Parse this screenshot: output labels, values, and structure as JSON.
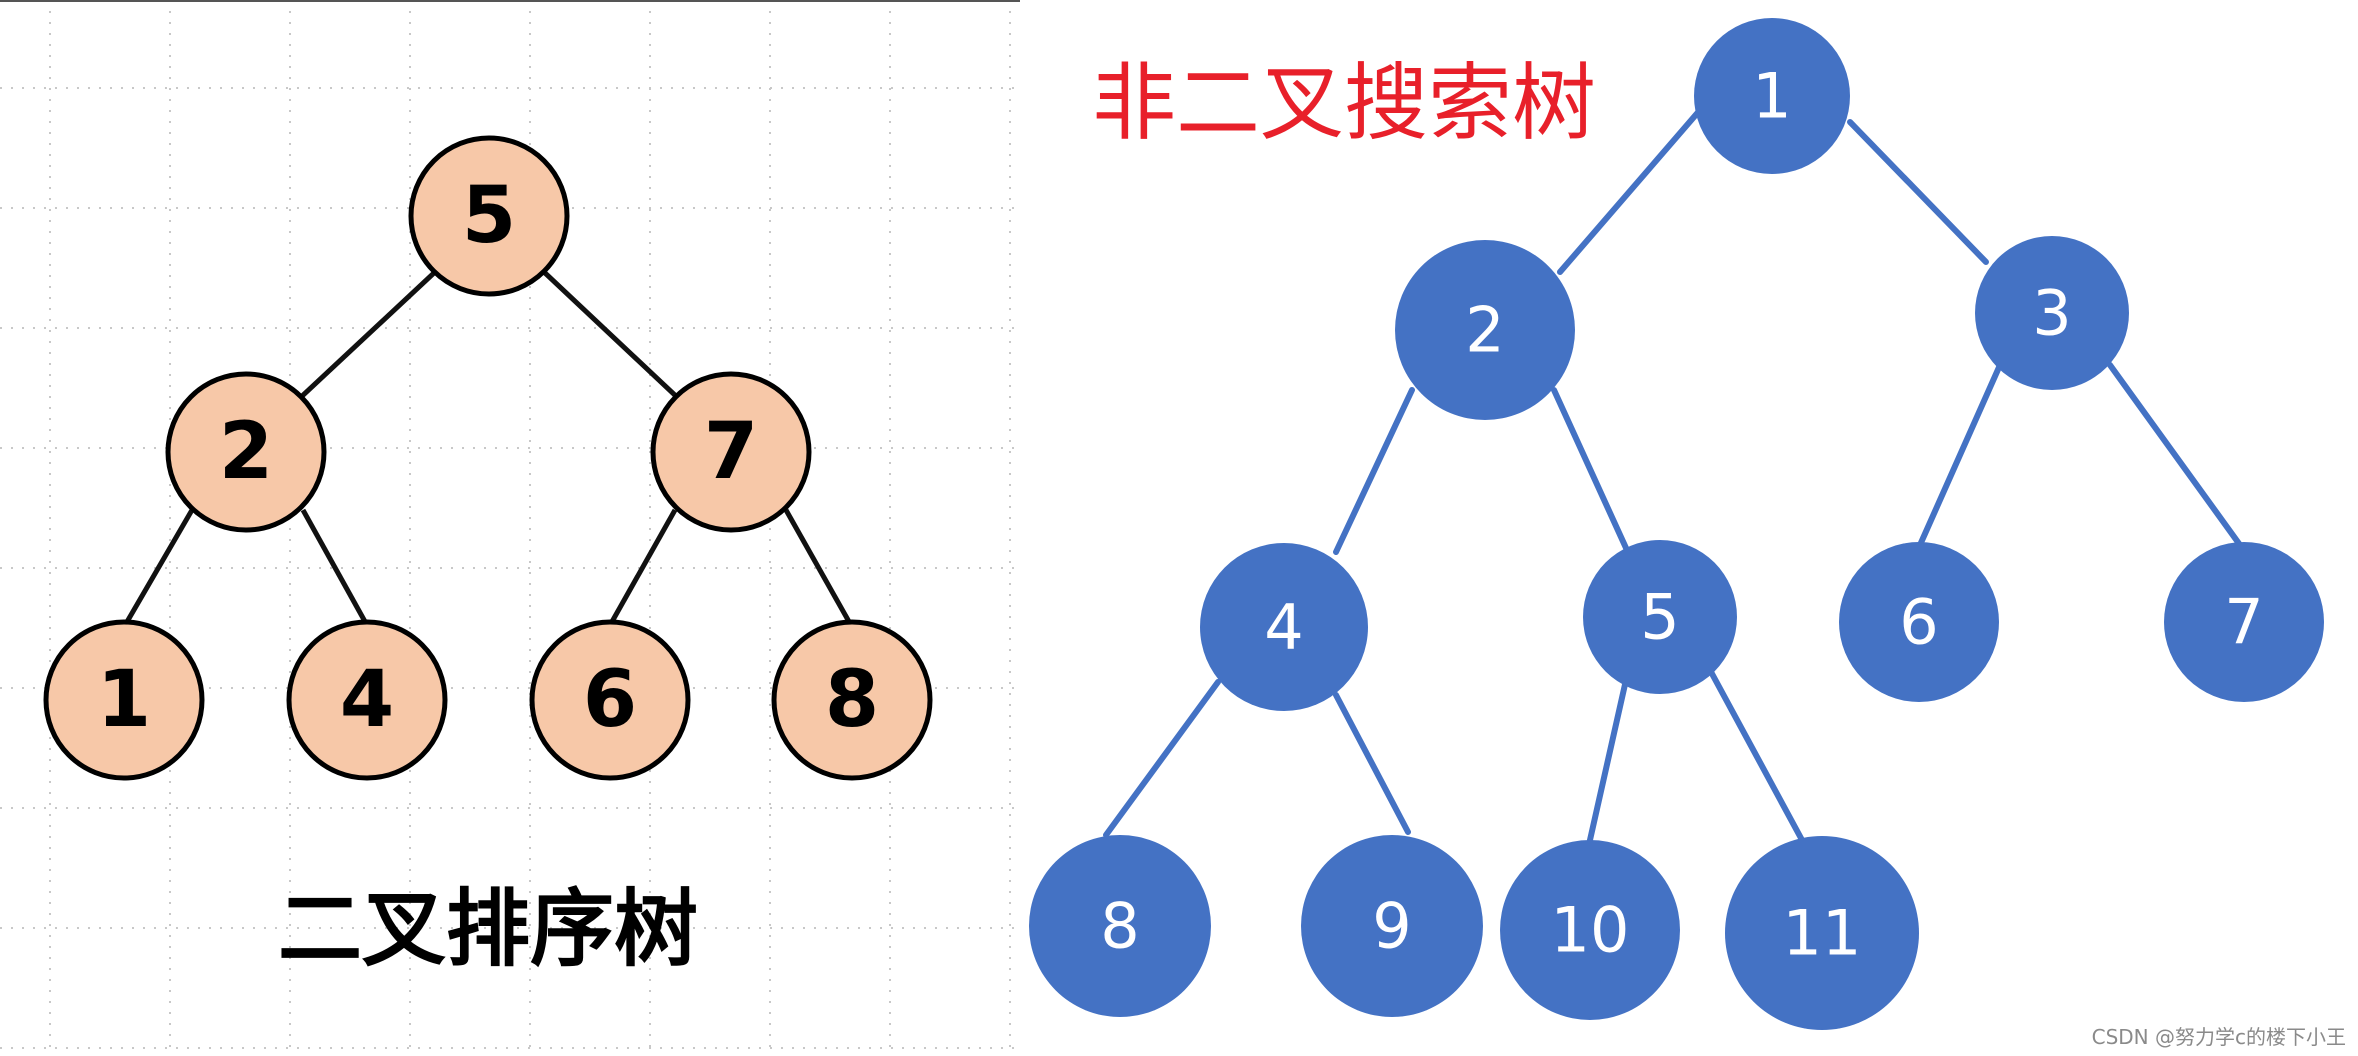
{
  "left_panel": {
    "caption": "二叉排序树",
    "node_fill": "#f7c8a8",
    "node_stroke": "#000000",
    "nodes": [
      "5",
      "2",
      "7",
      "1",
      "4",
      "6",
      "8"
    ]
  },
  "right_panel": {
    "caption": "非二叉搜索树",
    "caption_color": "#e8202a",
    "node_fill": "#4472c4",
    "edge_color": "#4472c4",
    "nodes": [
      "1",
      "2",
      "3",
      "4",
      "5",
      "6",
      "7",
      "8",
      "9",
      "10",
      "11"
    ]
  },
  "watermark": "CSDN @努力学c的楼下小王"
}
